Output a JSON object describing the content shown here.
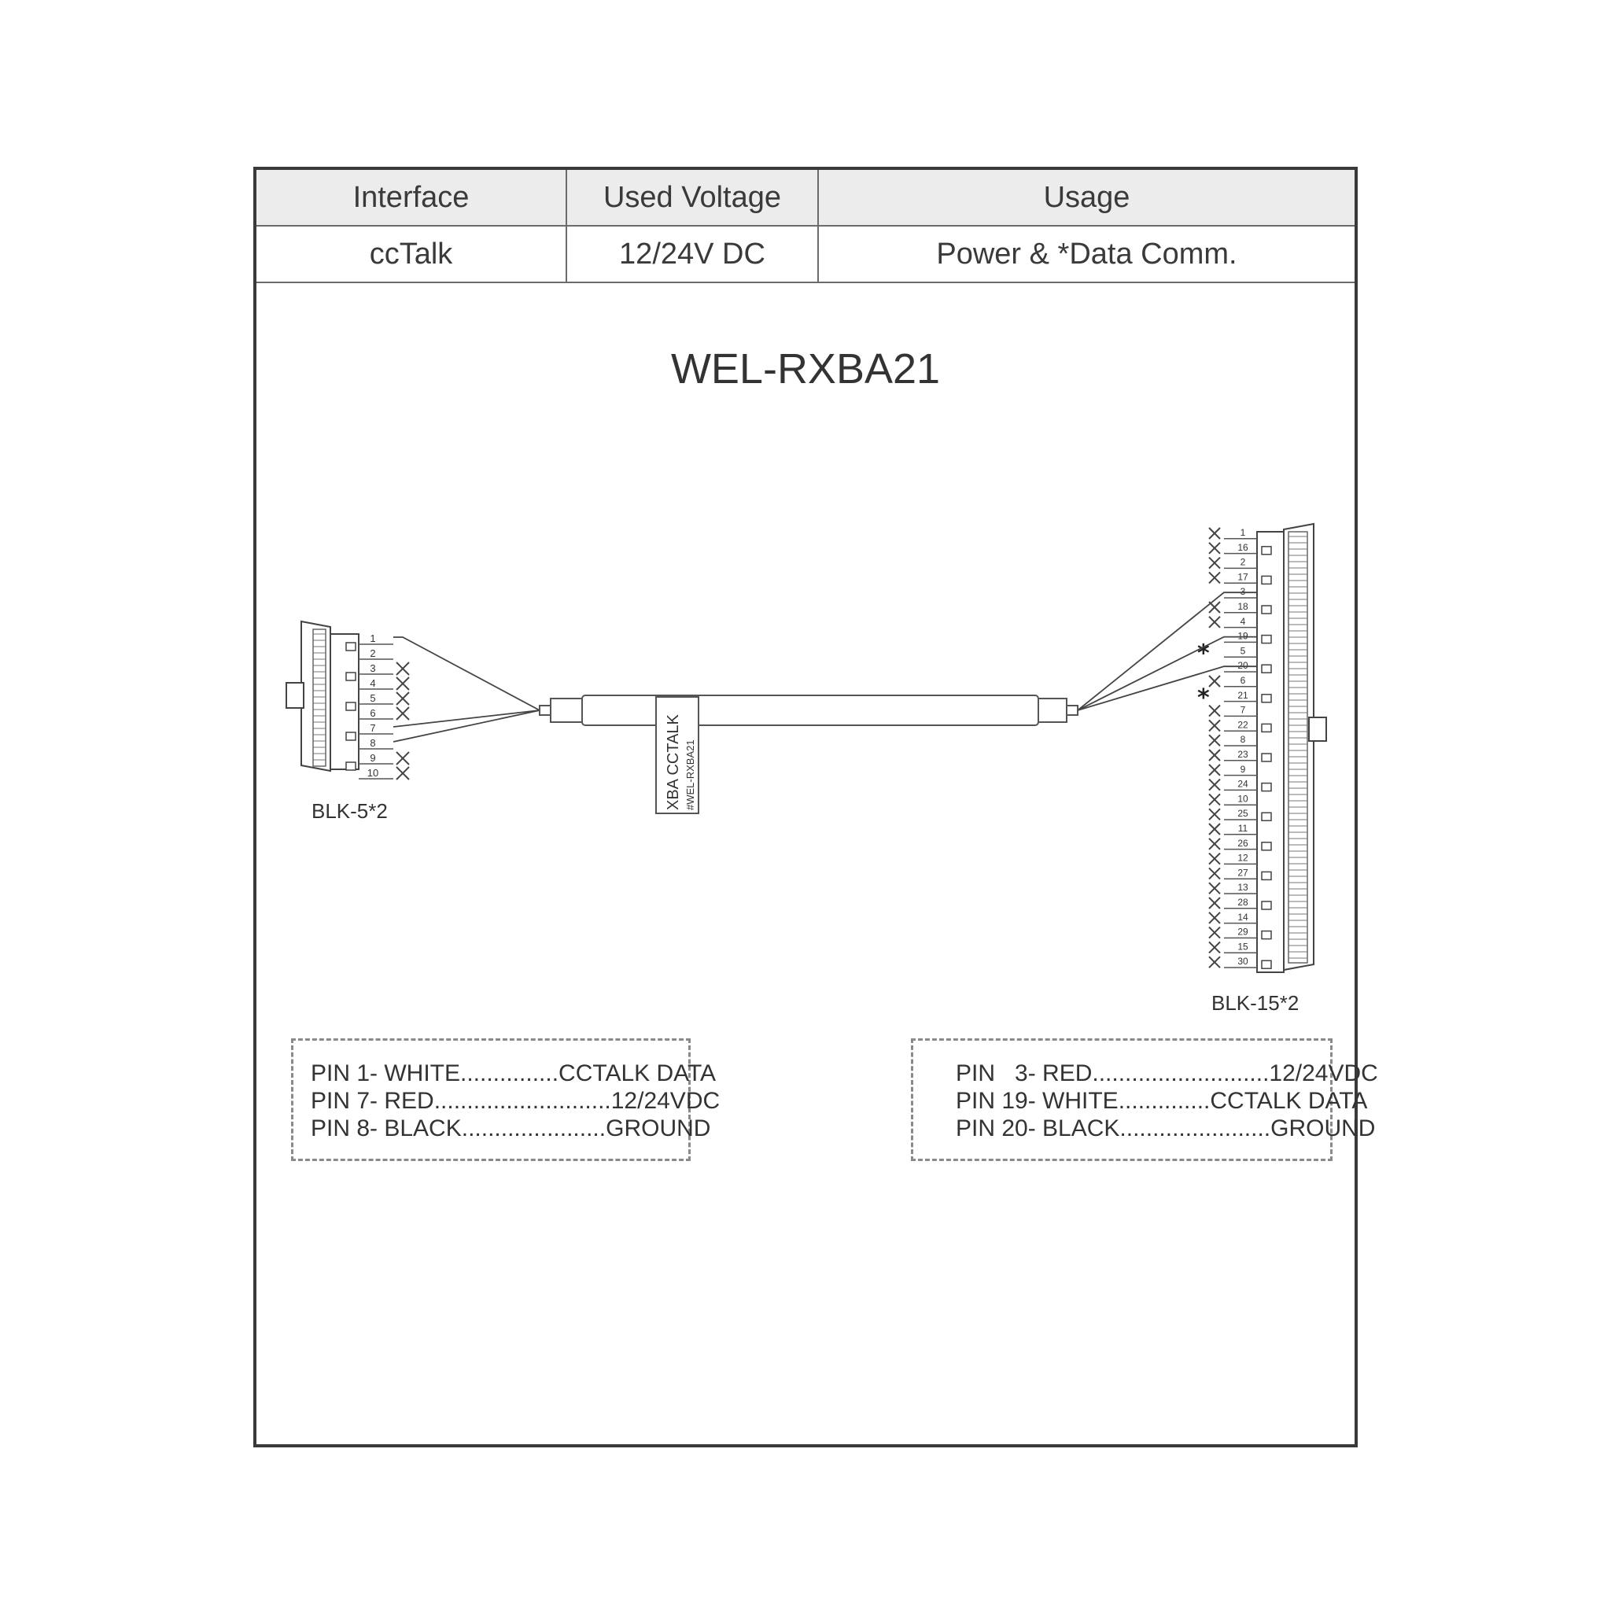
{
  "spec_table": {
    "headers": [
      "Interface",
      "Used Voltage",
      "Usage"
    ],
    "row": [
      "ccTalk",
      "12/24V DC",
      "Power & *Data Comm."
    ]
  },
  "title": "WEL-RXBA21",
  "cable_label": {
    "line1": "XBA CCTALK",
    "line2": "#WEL-RXBA21"
  },
  "left_connector": {
    "name": "BLK-5*2",
    "pins": [
      "1",
      "2",
      "3",
      "4",
      "5",
      "6",
      "7",
      "8",
      "9",
      "10"
    ],
    "unused_pins": [
      "3",
      "4",
      "5",
      "6",
      "9",
      "10"
    ],
    "wired_pins": [
      "1",
      "7",
      "8"
    ]
  },
  "right_connector": {
    "name": "BLK-15*2",
    "pins": [
      "1",
      "16",
      "2",
      "17",
      "3",
      "18",
      "4",
      "19",
      "5",
      "20",
      "6",
      "21",
      "7",
      "22",
      "8",
      "23",
      "9",
      "24",
      "10",
      "25",
      "11",
      "26",
      "12",
      "27",
      "13",
      "28",
      "14",
      "29",
      "15",
      "30"
    ],
    "wired_pins": [
      "3",
      "19",
      "20"
    ],
    "marked_pins": [
      "5",
      "21"
    ],
    "marker": "*"
  },
  "legend_left": [
    "PIN 1- WHITE...............CCTALK DATA",
    "PIN 7- RED...........................12/24VDC",
    "PIN 8- BLACK......................GROUND"
  ],
  "legend_right": [
    "PIN   3- RED...........................12/24VDC",
    "PIN 19- WHITE..............CCTALK DATA",
    "PIN 20- BLACK.......................GROUND"
  ]
}
